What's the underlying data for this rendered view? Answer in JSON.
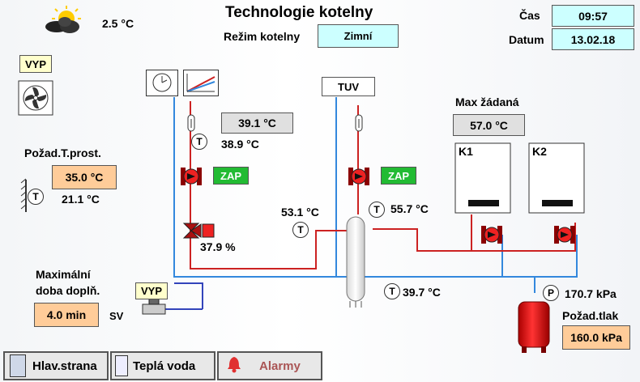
{
  "header": {
    "title": "Technologie kotelny",
    "mode_label": "Režim kotelny",
    "mode_value": "Zimní",
    "time_label": "Čas",
    "time_value": "09:57",
    "date_label": "Datum",
    "date_value": "13.02.18"
  },
  "weather": {
    "outdoor_temp": "2.5 °C"
  },
  "fan": {
    "state": "VYP"
  },
  "room": {
    "label": "Požad.T.prost.",
    "setpoint": "35.0 °C",
    "actual": "21.1 °C"
  },
  "refill": {
    "label_line1": "Maximální",
    "label_line2": "doba doplň.",
    "state": "VYP",
    "duration": "4.0 min",
    "valve_label": "SV"
  },
  "heating_circuit": {
    "setpoint_temp": "39.1 °C",
    "flow_temp": "38.9 °C",
    "pump_state": "ZAP",
    "mixing_valve_pct": "37.9 %"
  },
  "tuv": {
    "label": "TUV",
    "flow_temp": "55.7 °C",
    "pump_state": "ZAP"
  },
  "header_sensor": {
    "temp": "53.1 °C"
  },
  "return_sensor": {
    "temp": "39.7 °C"
  },
  "boilers": {
    "max_label": "Max žádaná",
    "max_value": "57.0 °C",
    "k1": "K1",
    "k2": "K2"
  },
  "pressure": {
    "sensor_label": "P",
    "actual": "170.7 kPa",
    "setpoint_label": "Požad.tlak",
    "setpoint_value": "160.0 kPa"
  },
  "sensor_glyph": "T",
  "nav": {
    "home": "Hlav.strana",
    "hot_water": "Teplá voda",
    "alarms": "Alarmy"
  },
  "colors": {
    "supply_pipe": "#cc2222",
    "return_pipe": "#3388dd",
    "refill_pipe": "#3344bb",
    "status_on": "#22bb33",
    "alarm_text": "#aa5555"
  },
  "icons": [
    "weather-partly-cloudy-icon",
    "fan-icon",
    "room-thermostat-icon",
    "thermometer-icon",
    "pump-icon",
    "mixing-valve-icon",
    "solenoid-valve-icon",
    "boiler-icon",
    "expansion-tank-icon",
    "clock-icon",
    "heating-curve-icon",
    "alarm-bell-icon",
    "hot-water-icon",
    "home-icon"
  ]
}
